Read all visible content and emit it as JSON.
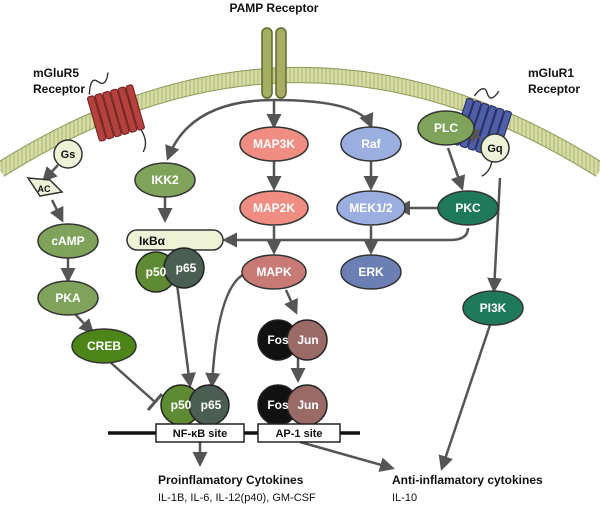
{
  "diagram": {
    "labels": {
      "pamp_receptor": "PAMP Receptor",
      "mglur5_receptor_l1": "mGluR5",
      "mglur5_receptor_l2": "Receptor",
      "mglur1_receptor_l1": "mGluR1",
      "mglur1_receptor_l2": "Receptor",
      "gs": "Gs",
      "gq": "Gq",
      "ac": "AC",
      "camp": "cAMP",
      "pka": "PKA",
      "creb": "CREB",
      "ikk2": "IKK2",
      "ikba": "IκBα",
      "p50_top": "p50",
      "p65_top": "p65",
      "map3k": "MAP3K",
      "map2k": "MAP2K",
      "mapk": "MAPK",
      "raf": "Raf",
      "mek12": "MEK1/2",
      "erk": "ERK",
      "plc": "PLC",
      "pkc": "PKC",
      "pi3k": "PI3K",
      "fos_top": "Fos",
      "jun_top": "Jun",
      "fos_bottom": "Fos",
      "jun_bottom": "Jun",
      "p50_bottom": "p50",
      "p65_bottom": "p65",
      "nfkb_site": "NF-κB site",
      "ap1_site": "AP-1 site",
      "proinflammatory_title": "Proinflamatory Cytokines",
      "proinflammatory_list": "IL-1B, IL-6, IL-12(p40), GM-CSF",
      "antiinflammatory_title": "Anti-inflamatory cytokines",
      "antiinflammatory_list": "IL-10"
    },
    "colors": {
      "membrane": "#c7cf8f",
      "olive_node": "#7fa35a",
      "dark_green_node": "#4d8519",
      "pale_green_node": "#eef3d8",
      "salmon_node": "#f08d82",
      "rose_node": "#c77a76",
      "lavender_node": "#9aaee0",
      "slate_node": "#6c7fb5",
      "teal_node": "#1f7a5c",
      "black_node": "#111111",
      "mauve_node": "#9a6a67",
      "nfkb_p50": "#5d8a33",
      "nfkb_p65": "#4a5e52",
      "mglur5_band": "#b5413f",
      "mglur1_band": "#4f5fa6",
      "pamp_receptor": "#a7ad63"
    }
  }
}
